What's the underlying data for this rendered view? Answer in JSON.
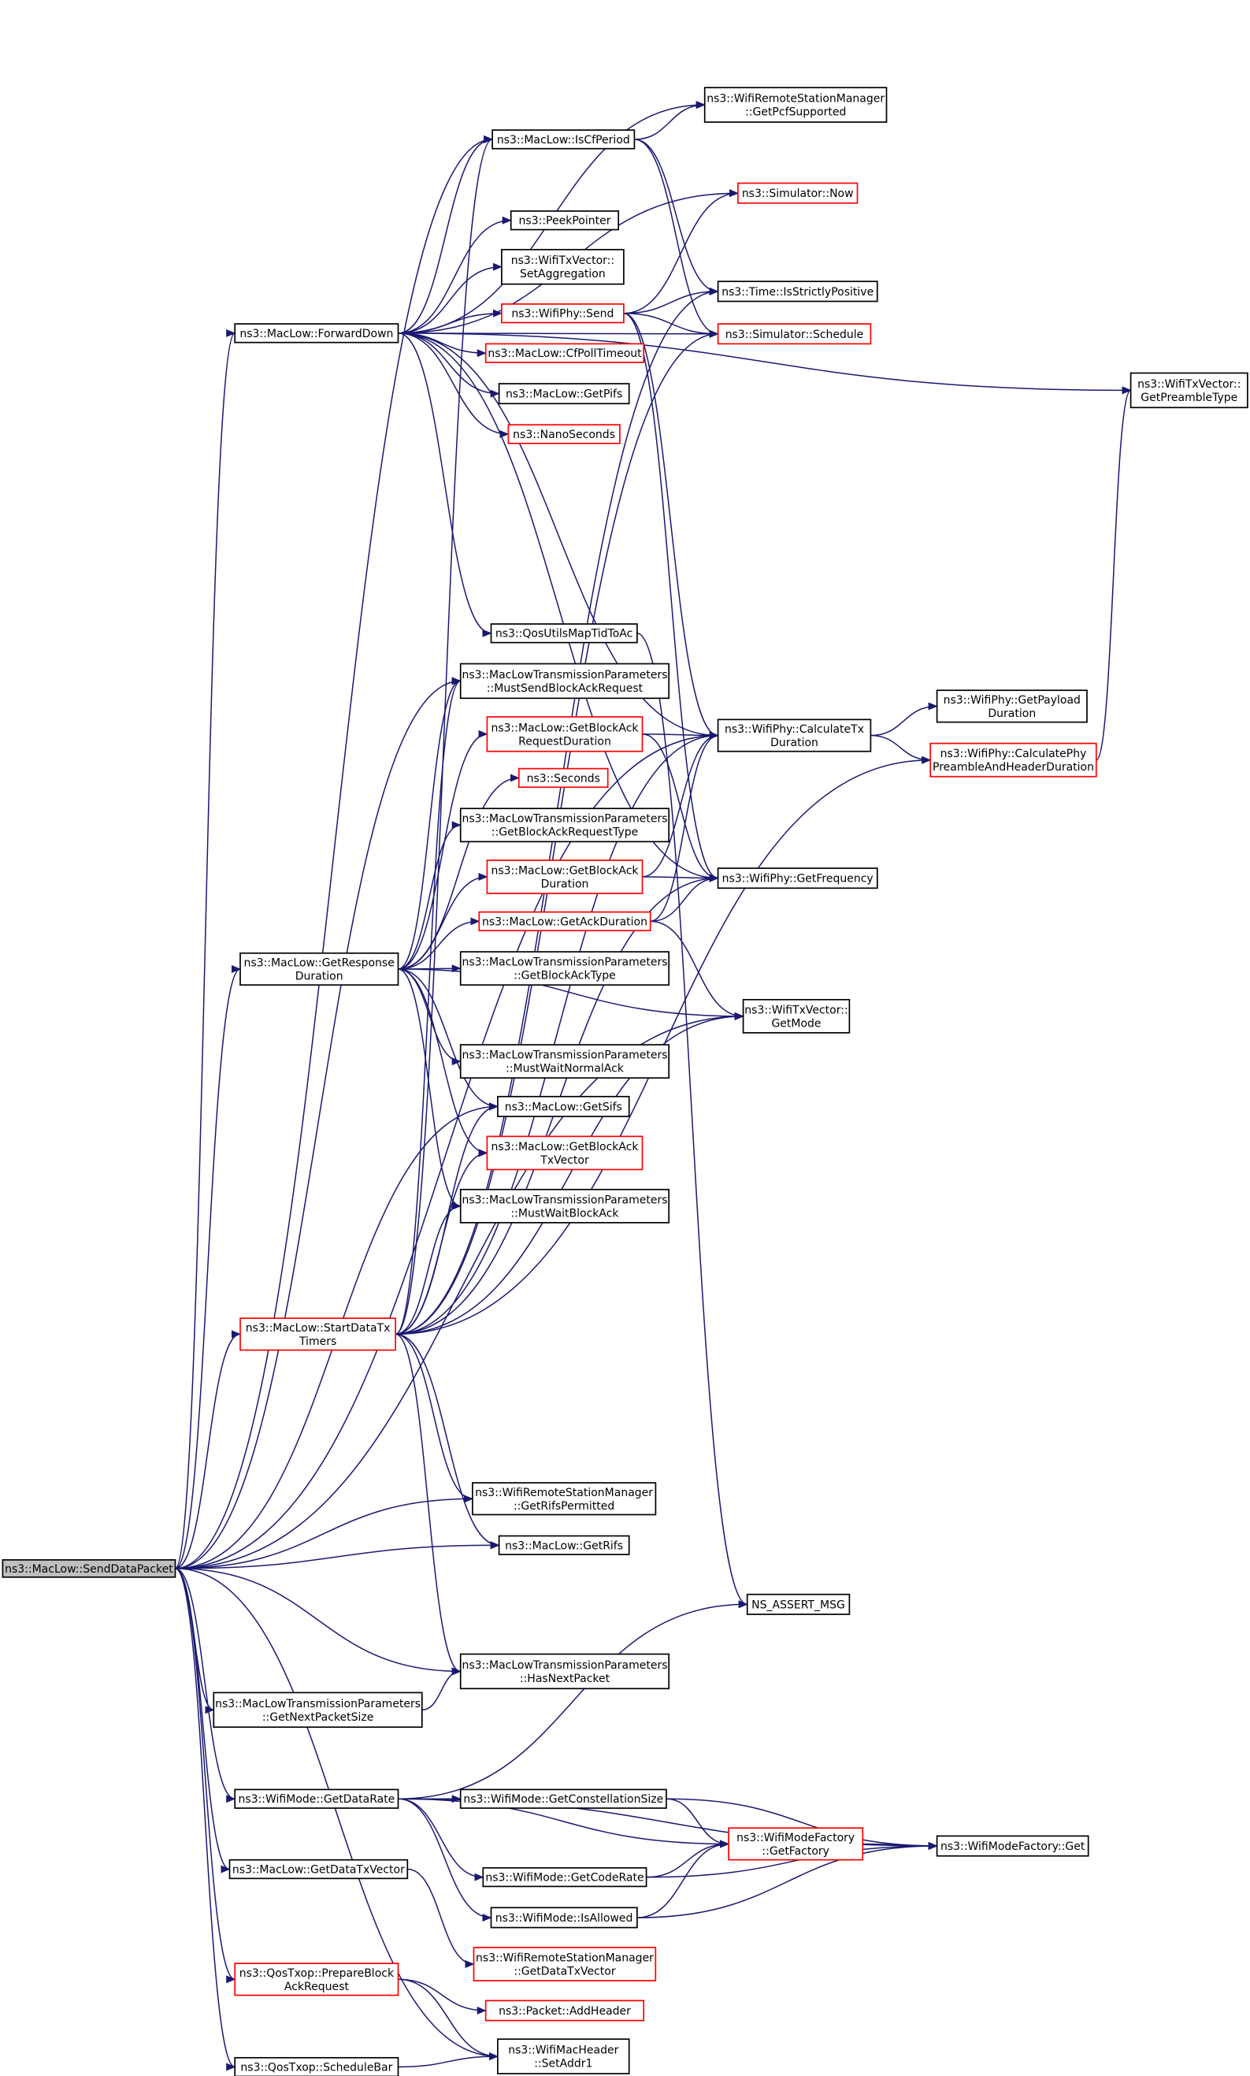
{
  "diagram": {
    "title": "",
    "nodes": [
      {
        "id": "send_data_packet",
        "lines": [
          "ns3::MacLow::SendDataPacket"
        ],
        "style": "root"
      },
      {
        "id": "forward_down",
        "lines": [
          "ns3::MacLow::ForwardDown"
        ],
        "style": "black"
      },
      {
        "id": "get_response_duration",
        "lines": [
          "ns3::MacLow::GetResponse",
          "Duration"
        ],
        "style": "black"
      },
      {
        "id": "start_data_tx_timers",
        "lines": [
          "ns3::MacLow::StartDataTx",
          "Timers"
        ],
        "style": "red"
      },
      {
        "id": "get_next_packet_size",
        "lines": [
          "ns3::MacLowTransmissionParameters",
          "::GetNextPacketSize"
        ],
        "style": "black"
      },
      {
        "id": "wifimode_get_data_rate",
        "lines": [
          "ns3::WifiMode::GetDataRate"
        ],
        "style": "black"
      },
      {
        "id": "get_data_tx_vector",
        "lines": [
          "ns3::MacLow::GetDataTxVector"
        ],
        "style": "black"
      },
      {
        "id": "prepare_block_ack_request",
        "lines": [
          "ns3::QosTxop::PrepareBlock",
          "AckRequest"
        ],
        "style": "red"
      },
      {
        "id": "schedule_bar",
        "lines": [
          "ns3::QosTxop::ScheduleBar"
        ],
        "style": "black"
      },
      {
        "id": "is_cf_period",
        "lines": [
          "ns3::MacLow::IsCfPeriod"
        ],
        "style": "black"
      },
      {
        "id": "peek_pointer",
        "lines": [
          "ns3::PeekPointer"
        ],
        "style": "black"
      },
      {
        "id": "set_aggregation",
        "lines": [
          "ns3::WifiTxVector::",
          "SetAggregation"
        ],
        "style": "black"
      },
      {
        "id": "wifiphy_send",
        "lines": [
          "ns3::WifiPhy::Send"
        ],
        "style": "red"
      },
      {
        "id": "cf_poll_timeout",
        "lines": [
          "ns3::MacLow::CfPollTimeout"
        ],
        "style": "red"
      },
      {
        "id": "get_pifs",
        "lines": [
          "ns3::MacLow::GetPifs"
        ],
        "style": "black"
      },
      {
        "id": "nano_seconds",
        "lines": [
          "ns3::NanoSeconds"
        ],
        "style": "red"
      },
      {
        "id": "qos_utils_map",
        "lines": [
          "ns3::QosUtilsMapTidToAc"
        ],
        "style": "black"
      },
      {
        "id": "must_send_bar",
        "lines": [
          "ns3::MacLowTransmissionParameters",
          "::MustSendBlockAckRequest"
        ],
        "style": "black"
      },
      {
        "id": "get_bar_duration",
        "lines": [
          "ns3::MacLow::GetBlockAck",
          "RequestDuration"
        ],
        "style": "red"
      },
      {
        "id": "seconds",
        "lines": [
          "ns3::Seconds"
        ],
        "style": "red"
      },
      {
        "id": "get_bar_type",
        "lines": [
          "ns3::MacLowTransmissionParameters",
          "::GetBlockAckRequestType"
        ],
        "style": "black"
      },
      {
        "id": "get_ba_duration",
        "lines": [
          "ns3::MacLow::GetBlockAck",
          "Duration"
        ],
        "style": "red"
      },
      {
        "id": "get_ack_duration",
        "lines": [
          "ns3::MacLow::GetAckDuration"
        ],
        "style": "red"
      },
      {
        "id": "get_ba_type",
        "lines": [
          "ns3::MacLowTransmissionParameters",
          "::GetBlockAckType"
        ],
        "style": "black"
      },
      {
        "id": "must_wait_normal_ack",
        "lines": [
          "ns3::MacLowTransmissionParameters",
          "::MustWaitNormalAck"
        ],
        "style": "black"
      },
      {
        "id": "get_sifs",
        "lines": [
          "ns3::MacLow::GetSifs"
        ],
        "style": "black"
      },
      {
        "id": "get_ba_tx_vector",
        "lines": [
          "ns3::MacLow::GetBlockAck",
          "TxVector"
        ],
        "style": "red"
      },
      {
        "id": "must_wait_block_ack",
        "lines": [
          "ns3::MacLowTransmissionParameters",
          "::MustWaitBlockAck"
        ],
        "style": "black"
      },
      {
        "id": "get_rifs_permitted",
        "lines": [
          "ns3::WifiRemoteStationManager",
          "::GetRifsPermitted"
        ],
        "style": "black"
      },
      {
        "id": "get_rifs",
        "lines": [
          "ns3::MacLow::GetRifs"
        ],
        "style": "black"
      },
      {
        "id": "has_next_packet",
        "lines": [
          "ns3::MacLowTransmissionParameters",
          "::HasNextPacket"
        ],
        "style": "black"
      },
      {
        "id": "get_constellation_size",
        "lines": [
          "ns3::WifiMode::GetConstellationSize"
        ],
        "style": "black"
      },
      {
        "id": "get_code_rate",
        "lines": [
          "ns3::WifiMode::GetCodeRate"
        ],
        "style": "black"
      },
      {
        "id": "is_allowed",
        "lines": [
          "ns3::WifiMode::IsAllowed"
        ],
        "style": "black"
      },
      {
        "id": "rsm_get_data_tx_vector",
        "lines": [
          "ns3::WifiRemoteStationManager",
          "::GetDataTxVector"
        ],
        "style": "red"
      },
      {
        "id": "packet_add_header",
        "lines": [
          "ns3::Packet::AddHeader"
        ],
        "style": "red"
      },
      {
        "id": "set_addr1",
        "lines": [
          "ns3::WifiMacHeader",
          "::SetAddr1"
        ],
        "style": "black"
      },
      {
        "id": "get_pcf_supported",
        "lines": [
          "ns3::WifiRemoteStationManager",
          "::GetPcfSupported"
        ],
        "style": "black"
      },
      {
        "id": "simulator_now",
        "lines": [
          "ns3::Simulator::Now"
        ],
        "style": "red"
      },
      {
        "id": "time_is_strictly_positive",
        "lines": [
          "ns3::Time::IsStrictlyPositive"
        ],
        "style": "black"
      },
      {
        "id": "simulator_schedule",
        "lines": [
          "ns3::Simulator::Schedule"
        ],
        "style": "red"
      },
      {
        "id": "calculate_tx_duration",
        "lines": [
          "ns3::WifiPhy::CalculateTx",
          "Duration"
        ],
        "style": "black"
      },
      {
        "id": "get_frequency",
        "lines": [
          "ns3::WifiPhy::GetFrequency"
        ],
        "style": "black"
      },
      {
        "id": "tx_vector_get_mode",
        "lines": [
          "ns3::WifiTxVector::",
          "GetMode"
        ],
        "style": "black"
      },
      {
        "id": "ns_assert_msg",
        "lines": [
          "NS_ASSERT_MSG"
        ],
        "style": "black"
      },
      {
        "id": "wifi_mode_factory_get_factory",
        "lines": [
          "ns3::WifiModeFactory",
          "::GetFactory"
        ],
        "style": "red"
      },
      {
        "id": "get_payload_duration",
        "lines": [
          "ns3::WifiPhy::GetPayload",
          "Duration"
        ],
        "style": "black"
      },
      {
        "id": "calculate_phy_preamble",
        "lines": [
          "ns3::WifiPhy::CalculatePhy",
          "PreambleAndHeaderDuration"
        ],
        "style": "red"
      },
      {
        "id": "wifi_mode_factory_get",
        "lines": [
          "ns3::WifiModeFactory::Get"
        ],
        "style": "black"
      },
      {
        "id": "get_preamble_type",
        "lines": [
          "ns3::WifiTxVector::",
          "GetPreambleType"
        ],
        "style": "black"
      }
    ]
  }
}
